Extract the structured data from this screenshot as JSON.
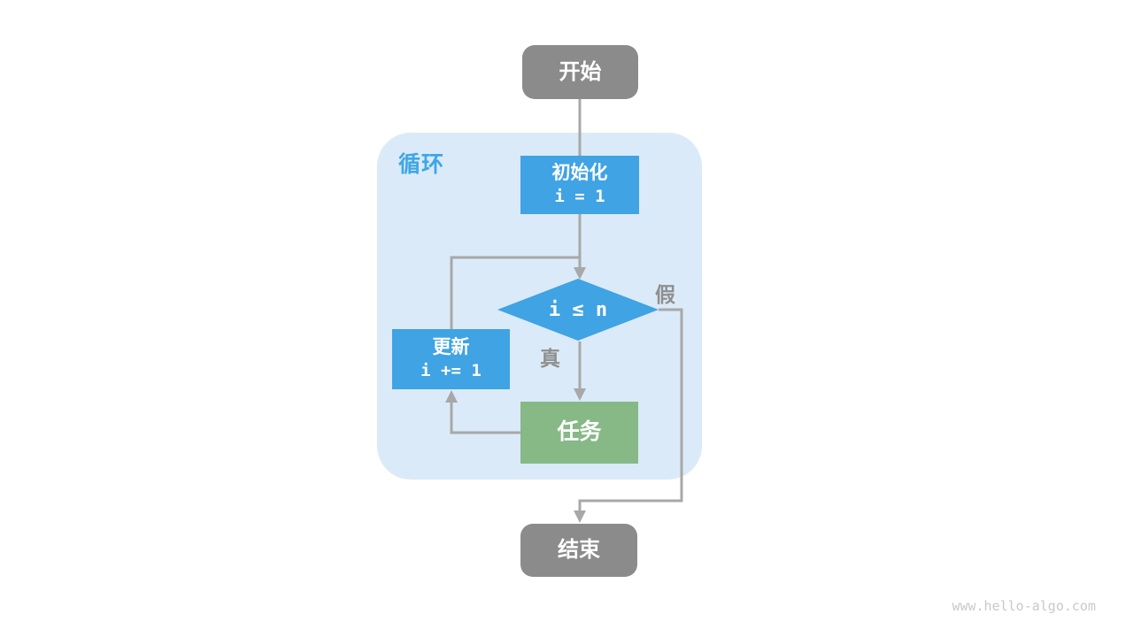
{
  "diagram": {
    "loop_region_label": "循环",
    "nodes": {
      "start": {
        "label": "开始"
      },
      "init": {
        "label": "初始化",
        "code": "i = 1"
      },
      "condition": {
        "label": "i ≤ n"
      },
      "task": {
        "label": "任务"
      },
      "update": {
        "label": "更新",
        "code": "i += 1"
      },
      "end": {
        "label": "结束"
      }
    },
    "edge_labels": {
      "true_branch": "真",
      "false_branch": "假"
    }
  },
  "watermark": "www.hello-algo.com",
  "colors": {
    "node-gray": "#8b8b8b",
    "node-blue": "#3fa3e4",
    "node-green": "#86b986",
    "loop-bg": "#daeaf8",
    "loop-label": "#3ea6e8",
    "line": "#a8a8a8",
    "edge-label": "#8f8f8f",
    "watermark": "#c9c9c9"
  }
}
